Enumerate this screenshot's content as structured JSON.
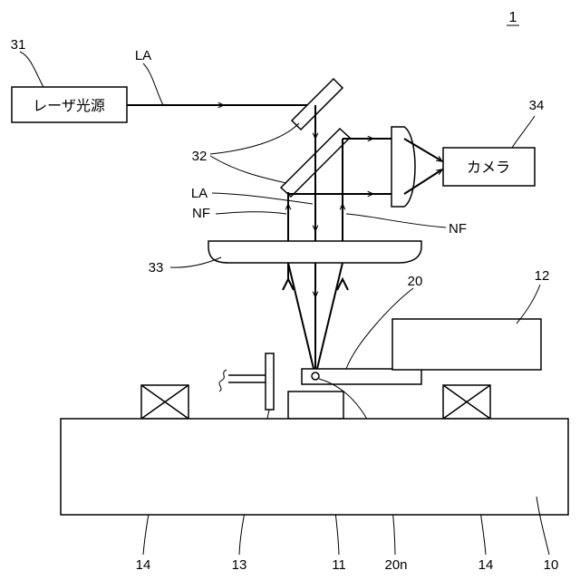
{
  "figure_number": "1",
  "labels": {
    "laser_source": "レーザ光源",
    "camera": "カメラ",
    "ref_31": "31",
    "ref_32": "32",
    "ref_33": "33",
    "ref_34": "34",
    "ref_10": "10",
    "ref_11": "11",
    "ref_12": "12",
    "ref_13": "13",
    "ref_14_left": "14",
    "ref_14_right": "14",
    "ref_20": "20",
    "ref_20n": "20n",
    "la_top": "LA",
    "la_mid": "LA",
    "nf_left": "NF",
    "nf_right": "NF"
  }
}
